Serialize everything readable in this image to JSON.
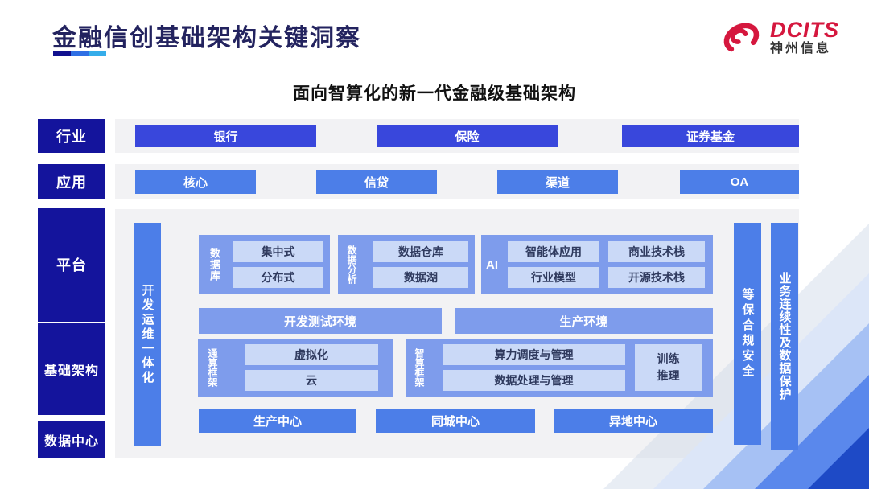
{
  "title": "金融信创基础架构关键洞察",
  "logo": {
    "brand": "DCITS",
    "company": "神州信息"
  },
  "subtitle": "面向智算化的新一代金融级基础架构",
  "sidebar": {
    "industry": "行业",
    "application": "应用",
    "platform": "平台",
    "infrastructure": "基础架构",
    "datacenter": "数据中心"
  },
  "industry_items": [
    "银行",
    "保险",
    "证券基金"
  ],
  "application_items": [
    "核心",
    "信贷",
    "渠道",
    "OA"
  ],
  "platform": {
    "devops": "开发运维一体化",
    "database": {
      "label": "数据库",
      "items": [
        "集中式",
        "分布式"
      ]
    },
    "analytics": {
      "label": "数据分析",
      "items": [
        "数据仓库",
        "数据湖"
      ]
    },
    "ai": {
      "label": "AI",
      "items": [
        "智能体应用",
        "商业技术栈",
        "行业模型",
        "开源技术栈"
      ]
    },
    "environments": [
      "开发测试环境",
      "生产环境"
    ],
    "general_framework": {
      "label": "通算框架",
      "items": [
        "虚拟化",
        "云"
      ]
    },
    "intelligent_framework": {
      "label": "智算框架",
      "items": [
        "算力调度与管理",
        "数据处理与管理"
      ],
      "side": "训练\n推理"
    }
  },
  "datacenter_items": [
    "生产中心",
    "同城中心",
    "异地中心"
  ],
  "security_bars": [
    "等保合规安全",
    "业务连续性及数据保护"
  ],
  "colors": {
    "navy": "#14149C",
    "title_navy": "#23235F",
    "bright_blue": "#3947DC",
    "blue": "#4C7EE8",
    "periwinkle": "#7E9CEC",
    "light_blue": "#CAD9F7",
    "gray_bg": "#F2F2F4",
    "brand_red": "#D5173E"
  }
}
